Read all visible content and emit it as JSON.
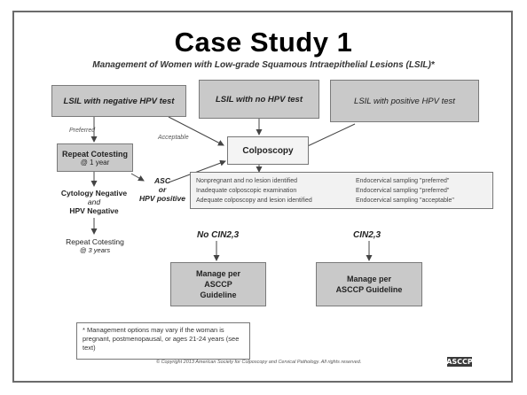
{
  "title": "Case Study 1",
  "subtitle": "Management of Women with Low-grade Squamous Intraepithelial Lesions (LSIL)*",
  "boxes": {
    "lsil_negative": "LSIL with negative HPV test",
    "lsil_no_test": "LSIL with no HPV test",
    "lsil_positive": "LSIL with positive HPV test",
    "repeat_cotesting": "Repeat Cotesting",
    "repeat_cotesting_sub": "@ 1 year",
    "colposcopy": "Colposcopy",
    "manage_left": "Manage per ASCCP Guideline",
    "manage_right": "Manage per ASCCP Guideline"
  },
  "labels": {
    "preferred": "Preferred",
    "acceptable": "Acceptable",
    "ascus_line1": "ASC",
    "ascus_line2": "or",
    "ascus_line3": "HPV positive",
    "cyto_neg_1": "Cytology Negative",
    "cyto_neg_2": "and",
    "cyto_neg_3": "HPV Negative",
    "repeat_final_1": "Repeat Cotesting",
    "repeat_final_2": "@ 3 years",
    "no_cin": "No CIN2,3",
    "cin": "CIN2,3"
  },
  "conditions": {
    "left": [
      "Nonpregnant and no lesion identified",
      "Inadequate colposcopic examination",
      "Adequate colposcopy and lesion identified"
    ],
    "right": [
      "Endocervical sampling \"preferred\"",
      "Endocervical sampling \"preferred\"",
      "Endocervical sampling \"acceptable\""
    ]
  },
  "footnote": "* Management options may vary if the woman is pregnant, postmenopausal, or ages 21-24 years (see text)",
  "copyright": "© Copyright 2013 American Society for Colposcopy and Cervical Pathology. All rights reserved.",
  "logo": "ASCCP",
  "colors": {
    "box_fill": "#c9c9c9",
    "box_border": "#7a7a7a",
    "arrow": "#444444"
  }
}
